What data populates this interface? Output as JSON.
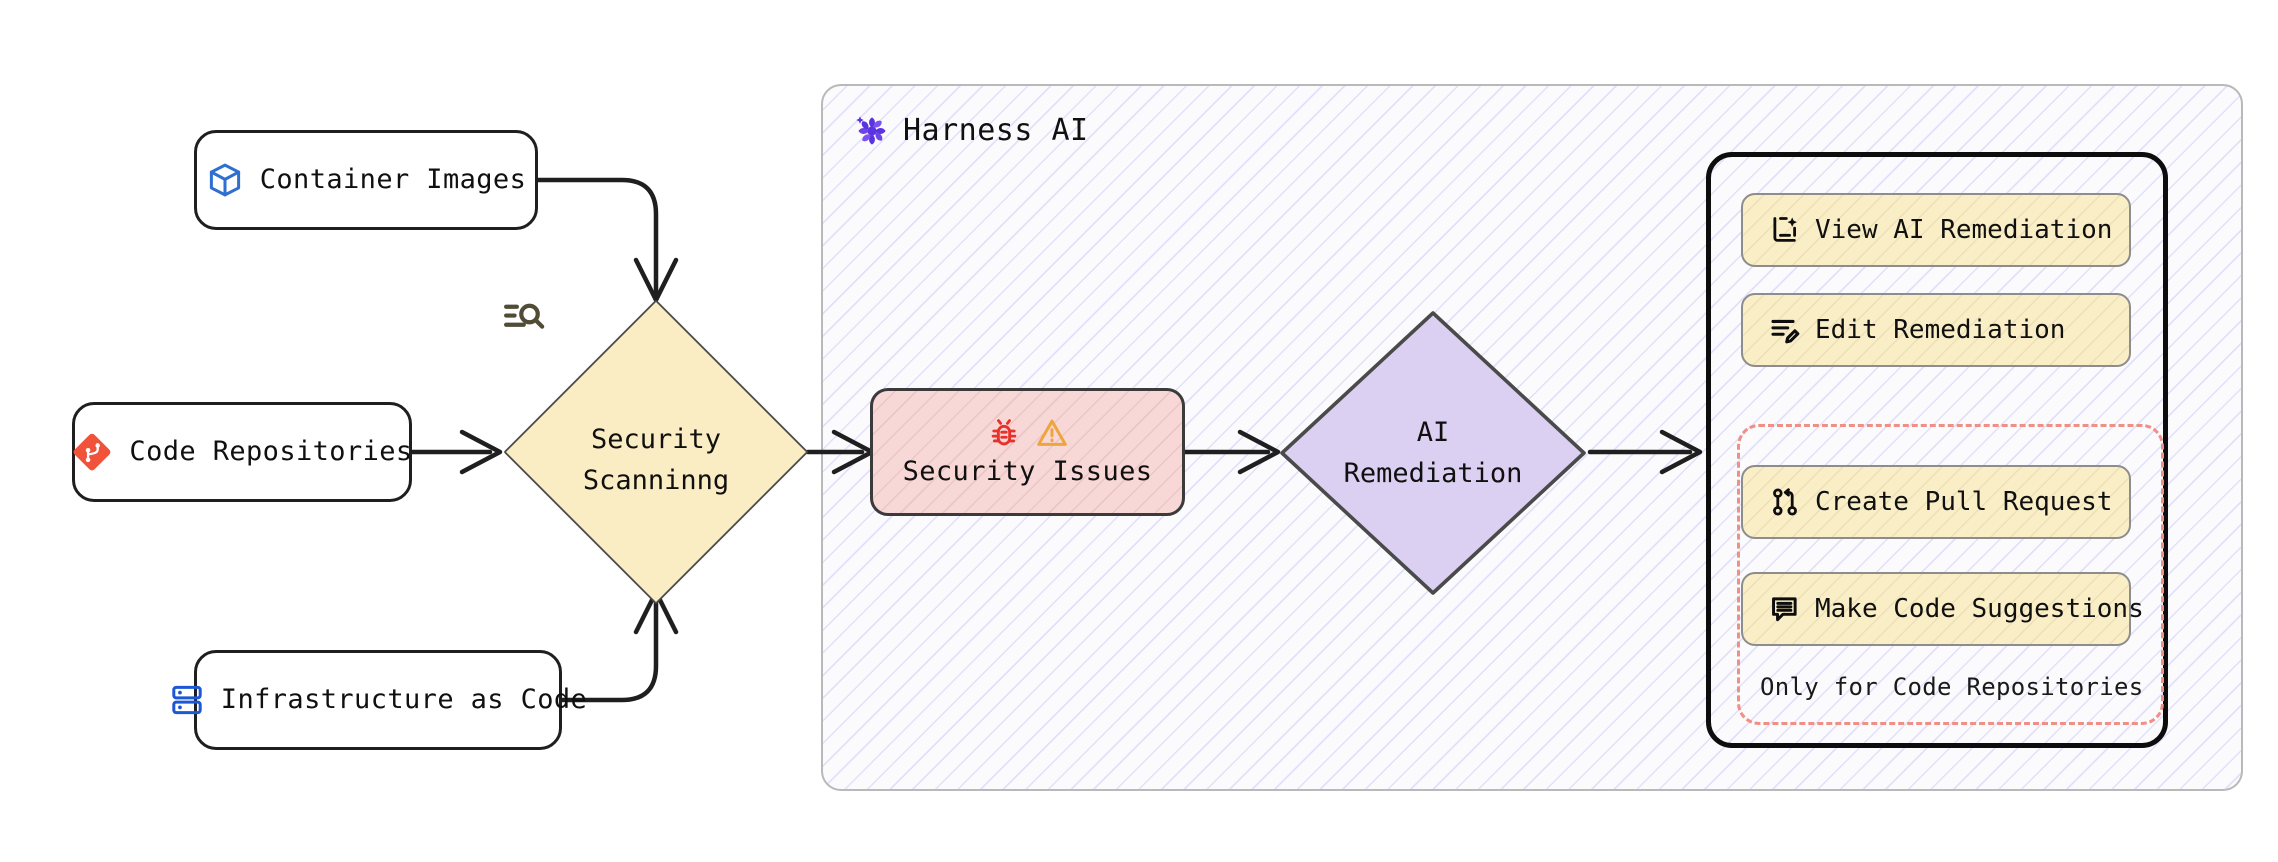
{
  "diagram": {
    "title": "Harness AI security scanning and remediation flow",
    "background": "#ffffff"
  },
  "colors": {
    "yellow_fill": "#faecc3",
    "pink_fill": "#f8d7d7",
    "purple_fill": "#dcd0f2",
    "node_stroke": "#1f1f1f",
    "diamond_stroke": "#4a4a4a",
    "dashed_accent": "#ef8f85",
    "harness_purple": "#5c33e0",
    "git_red": "#f0533a",
    "container_blue": "#2f6fd0",
    "iac_blue": "#1c57d6",
    "bug_red": "#e8312a",
    "warn_orange": "#eda53c",
    "scan_icon": "#514c35"
  },
  "inputs": [
    {
      "id": "container-images",
      "label": "Container Images",
      "icon": "cube-icon"
    },
    {
      "id": "code-repositories",
      "label": "Code Repositories",
      "icon": "git-icon"
    },
    {
      "id": "infrastructure-as-code",
      "label": "Infrastructure as Code",
      "icon": "server-stack-icon"
    }
  ],
  "process": {
    "scanning": {
      "label_line1": "Security",
      "label_line2": "Scanninng",
      "icon": "scan-search-icon"
    },
    "issues": {
      "label": "Security Issues",
      "icons": [
        "bug-icon",
        "warning-triangle-icon"
      ]
    },
    "remediation": {
      "label_line1": "AI",
      "label_line2": "Remediation"
    }
  },
  "harness": {
    "title": "Harness AI",
    "logo": "harness-pinwheel-logo"
  },
  "actions": {
    "items": [
      {
        "id": "view-ai-remediation",
        "label": "View AI Remediation",
        "icon": "sparkle-document-icon"
      },
      {
        "id": "edit-remediation",
        "label": "Edit Remediation",
        "icon": "edit-lines-pencil-icon"
      },
      {
        "id": "create-pull-request",
        "label": "Create Pull Request",
        "icon": "pull-request-icon"
      },
      {
        "id": "make-code-suggestions",
        "label": "Make Code Suggestions",
        "icon": "comment-lines-icon"
      }
    ],
    "restricted_caption": "Only for Code Repositories",
    "restricted_ids": [
      "create-pull-request",
      "make-code-suggestions"
    ]
  },
  "edges": [
    {
      "from": "container-images",
      "to": "scanning",
      "style": "elbow-arrow"
    },
    {
      "from": "code-repositories",
      "to": "scanning",
      "style": "straight-arrow"
    },
    {
      "from": "infrastructure-as-code",
      "to": "scanning",
      "style": "elbow-arrow"
    },
    {
      "from": "scanning",
      "to": "issues",
      "style": "straight-arrow"
    },
    {
      "from": "issues",
      "to": "remediation",
      "style": "straight-arrow"
    },
    {
      "from": "remediation",
      "to": "actions-panel",
      "style": "straight-arrow"
    }
  ]
}
